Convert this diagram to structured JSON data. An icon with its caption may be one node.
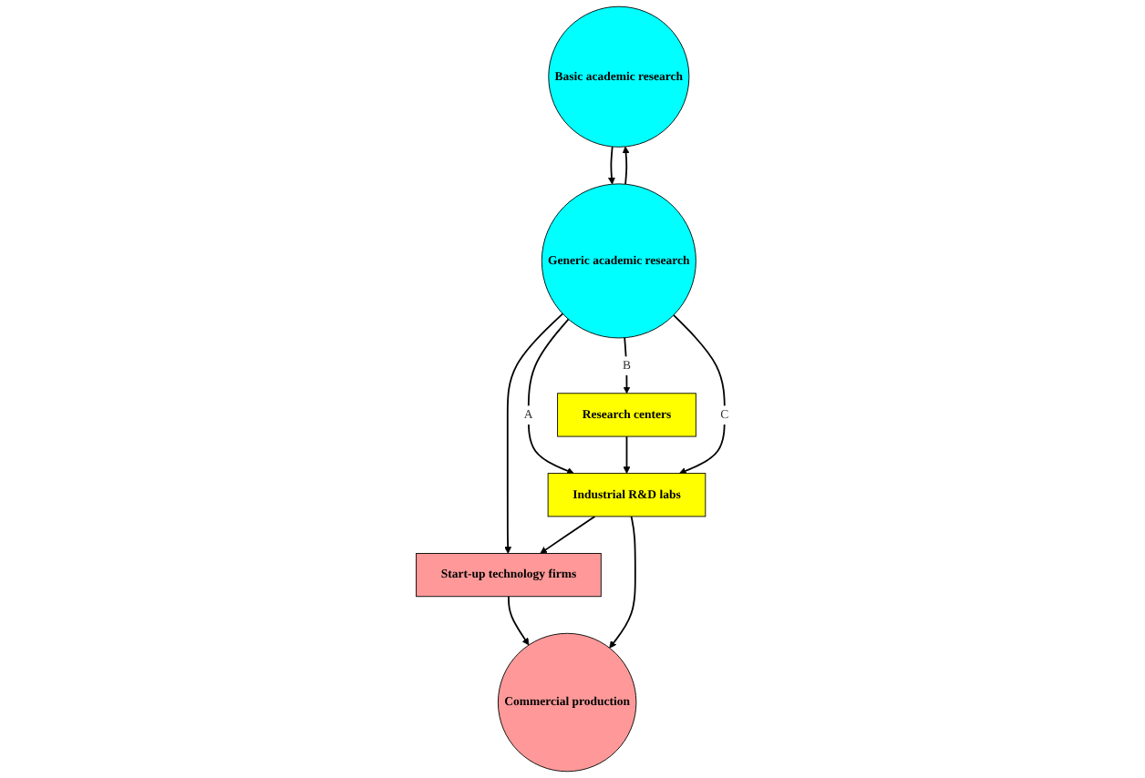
{
  "diagram": {
    "nodes": [
      {
        "text": [
          "Basic academic research"
        ]
      },
      {
        "text": [
          "Generic academic research"
        ]
      },
      {
        "text": [
          "Start-up technology firms"
        ]
      },
      {
        "text": [
          "Research centers"
        ]
      },
      {
        "text": [
          "Industrial R&D labs"
        ]
      },
      {
        "text": [
          "Commercial production"
        ]
      }
    ],
    "edges": [
      {
        "from": 0,
        "to": 1,
        "arrow": "to"
      },
      {
        "from": 1,
        "to": 0,
        "arrow": "to"
      },
      {
        "from": 1,
        "to": 4,
        "arrow": "to",
        "label": "A"
      },
      {
        "from": 1,
        "to": 3,
        "arrow": "to",
        "label": "B"
      },
      {
        "from": 3,
        "to": 4,
        "arrow": "to"
      },
      {
        "from": 1,
        "to": 4,
        "arrow": "to",
        "label": "C"
      },
      {
        "from": 1,
        "to": 2,
        "arrow": "to"
      },
      {
        "from": 4,
        "to": 2,
        "arrow": "to"
      },
      {
        "from": 2,
        "to": 5,
        "arrow": "to"
      },
      {
        "from": 4,
        "to": 5,
        "arrow": "to"
      }
    ]
  }
}
